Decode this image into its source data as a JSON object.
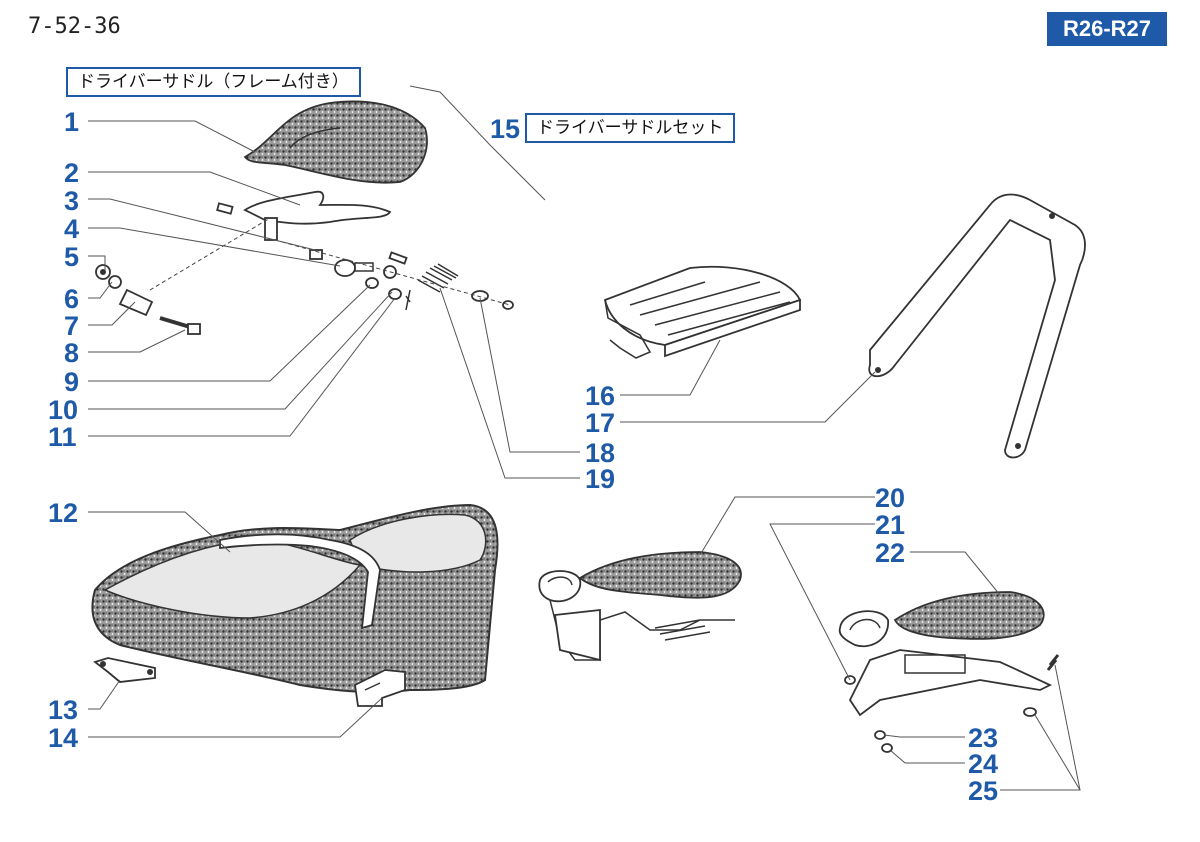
{
  "header": {
    "page_code": "7-52-36",
    "model_badge": "R26-R27",
    "accent_color": "#1e5aa8"
  },
  "captions": {
    "saddle_with_frame": "ドライバーサドル（フレーム付き）",
    "saddle_set_number": "15",
    "saddle_set": "ドライバーサドルセット"
  },
  "callouts": [
    "1",
    "2",
    "3",
    "4",
    "5",
    "6",
    "7",
    "8",
    "9",
    "10",
    "11",
    "12",
    "13",
    "14",
    "16",
    "17",
    "18",
    "19",
    "20",
    "21",
    "22",
    "23",
    "24",
    "25"
  ]
}
